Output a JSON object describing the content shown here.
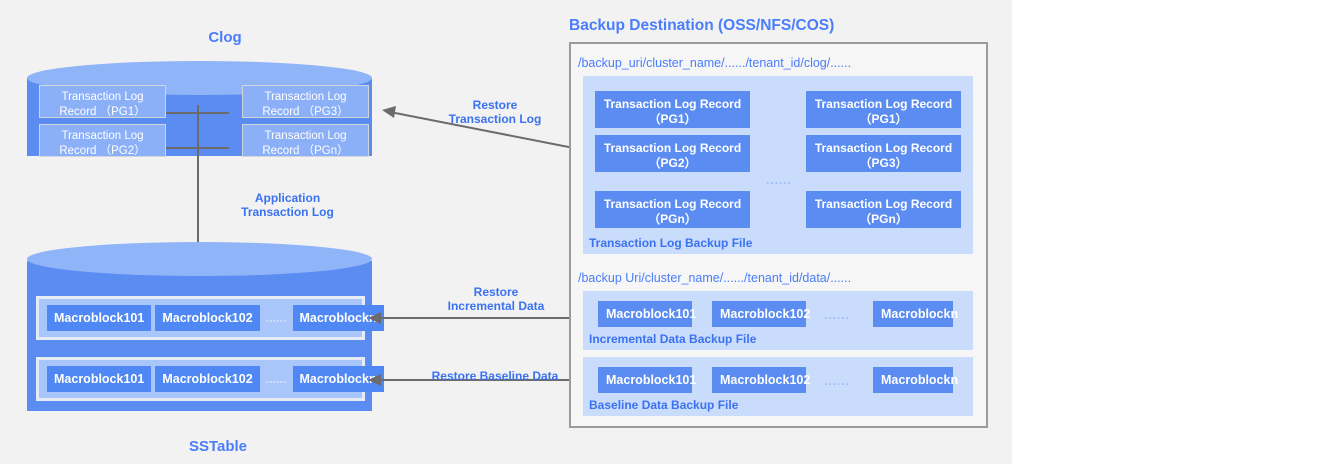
{
  "background": {
    "panel_color": "#f2f2f2",
    "page_color": "#ffffff"
  },
  "palette": {
    "accent_blue": "#4a7dfb",
    "box_blue": "#5b8cf2",
    "light_blue": "#8bb0f7",
    "pale_blue": "#cadcfc",
    "line_grey": "#6b6b6b",
    "border_grey": "#9b9b9b"
  },
  "left": {
    "clog": {
      "title": "Clog",
      "records": [
        {
          "label": "Transaction Log\nRecord （PG1）"
        },
        {
          "label": "Transaction Log\nRecord （PG3）"
        },
        {
          "label": "Transaction Log\nRecord （PG2）"
        },
        {
          "label": "Transaction Log\nRecord （PGn）"
        }
      ]
    },
    "application_transaction_log_label": "Application\nTransaction Log",
    "sstable": {
      "title": "SSTable",
      "rows": [
        {
          "blocks": [
            "Macroblock101",
            "Macroblock102"
          ],
          "separator": "......",
          "last": "Macroblockn"
        },
        {
          "blocks": [
            "Macroblock101",
            "Macroblock102"
          ],
          "separator": "......",
          "last": "Macroblockn"
        }
      ]
    }
  },
  "arrows": {
    "restore_transaction_log": "Restore\nTransaction Log",
    "restore_incremental_data": "Restore\nIncremental Data",
    "restore_baseline_data": "Restore Baseline Data"
  },
  "right": {
    "title": "Backup Destination (OSS/NFS/COS)",
    "clog_path": "/backup_uri/cluster_name/....../tenant_id/clog/......",
    "data_path": "/backup Uri/cluster_name/....../tenant_id/data/......",
    "transaction_log_backup_file": {
      "caption": "Transaction Log Backup File",
      "left_column": [
        "Transaction Log Record\n（PG1）",
        "Transaction Log Record\n（PG2）",
        "Transaction Log Record\n（PGn）"
      ],
      "right_column": [
        "Transaction Log Record\n（PG1）",
        "Transaction Log Record\n（PG3）",
        "Transaction Log Record\n（PGn）"
      ],
      "middle_dots": "......"
    },
    "incremental_data_backup_file": {
      "caption": "Incremental Data Backup File",
      "blocks": [
        "Macroblock101",
        "Macroblock102"
      ],
      "separator": "......",
      "last": "Macroblockn"
    },
    "baseline_data_backup_file": {
      "caption": "Baseline Data Backup File",
      "blocks": [
        "Macroblock101",
        "Macroblock102"
      ],
      "separator": "......",
      "last": "Macroblockn"
    }
  }
}
